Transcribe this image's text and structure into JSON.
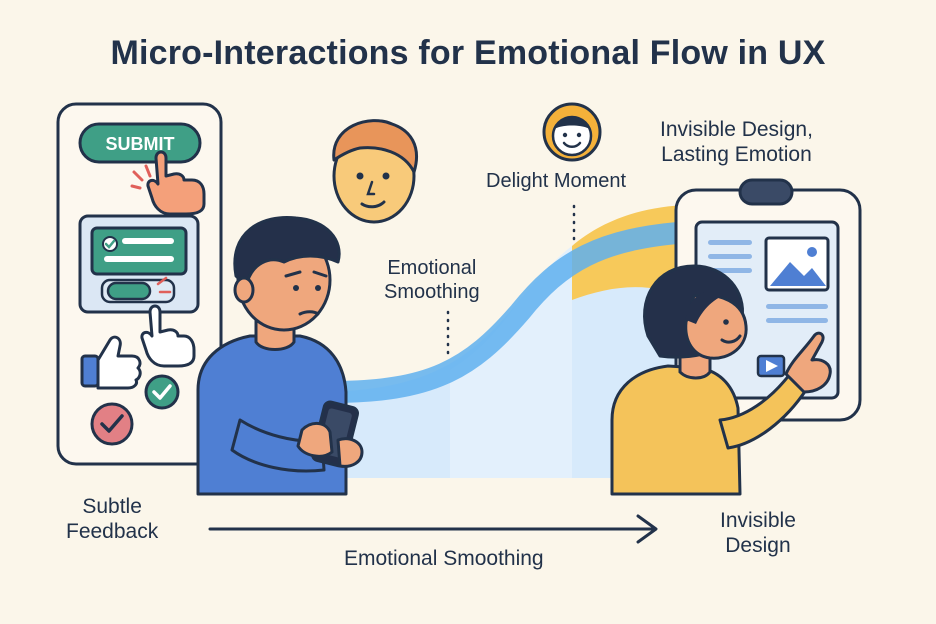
{
  "title": "Micro-Interactions for Emotional Flow in UX",
  "left_panel": {
    "submit_button_label": "SUBMIT"
  },
  "labels": {
    "delight_moment": "Delight Moment",
    "invisible_design_lasting_emotion_line1": "Invisible Design,",
    "invisible_design_lasting_emotion_line2": "Lasting Emotion",
    "emotional_smoothing_mid_line1": "Emotional",
    "emotional_smoothing_mid_line2": "Smoothing",
    "subtle_feedback_line1": "Subtle",
    "subtle_feedback_line2": "Feedback",
    "emotional_smoothing_bottom": "Emotional Smoothing",
    "invisible_design_bottom_line1": "Invisible",
    "invisible_design_bottom_line2": "Design"
  },
  "icons": [
    "hand-pointer-icon",
    "checkmark-icon",
    "thumbs-up-icon",
    "image-icon",
    "video-play-icon",
    "smartphone-icon"
  ],
  "colors": {
    "background": "#fbf6ea",
    "outline": "#22324a",
    "submit_green": "#3f9f86",
    "flow_blue": "#5fb0ee",
    "flow_light_blue": "#cfe6fb",
    "delight_yellow": "#f7c95a",
    "face_yellow": "#f8ca7a",
    "hair_orange": "#e8955a",
    "shirt_blue": "#4f7fd3",
    "shirt_yellow": "#f4c35a",
    "skin": "#efa77d",
    "hair_dark": "#24304a",
    "check_red": "#e28085"
  }
}
